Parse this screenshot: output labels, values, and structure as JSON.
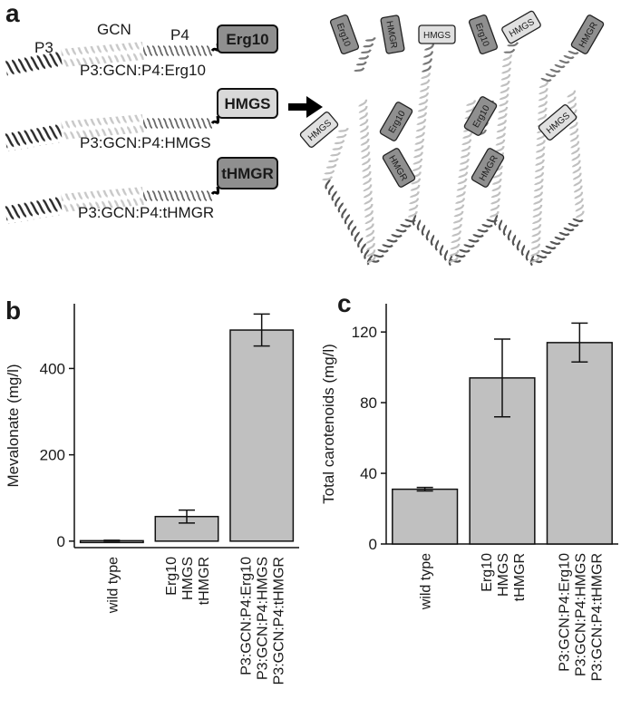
{
  "panel_a": {
    "panel_label": "a",
    "segment_labels": [
      "P3",
      "GCN",
      "P4"
    ],
    "constructs": [
      {
        "name": "P3:GCN:P4:Erg10",
        "enzyme": "Erg10",
        "enzyme_fill": "#8f8f8f"
      },
      {
        "name": "P3:GCN:P4:HMGS",
        "enzyme": "HMGS",
        "enzyme_fill": "#d9d9d9"
      },
      {
        "name": "P3:GCN:P4:tHMGR",
        "enzyme": "tHMGR",
        "enzyme_fill": "#8f8f8f"
      }
    ],
    "arrow_icon": "right-arrow-icon",
    "scaffold_tags": [
      "Erg10",
      "HMGR",
      "HMGS",
      "Erg10",
      "HMGS",
      "HMGR",
      "HMGS",
      "Erg10",
      "Erg10",
      "HMGS",
      "HMGR",
      "HMGR"
    ]
  },
  "chart_data": [
    {
      "panel_label": "b",
      "type": "bar",
      "categories": [
        [
          "wild type"
        ],
        [
          "Erg10",
          "HMGS",
          "tHMGR"
        ],
        [
          "P3:GCN:P4:Erg10",
          "P3:GCN:P4:HMGS",
          "P3:GCN:P4:tHMGR"
        ]
      ],
      "values": [
        1,
        57,
        489
      ],
      "errors": [
        1,
        15,
        37
      ],
      "ylabel": "Mevalonate (mg/l)",
      "ylim": [
        -15,
        550
      ],
      "yticks": [
        0,
        200,
        400
      ],
      "bar_color": "#c0c0c0"
    },
    {
      "panel_label": "c",
      "type": "bar",
      "categories": [
        [
          "wild type"
        ],
        [
          "Erg10",
          "HMGS",
          "tHMGR"
        ],
        [
          "P3:GCN:P4:Erg10",
          "P3:GCN:P4:HMGS",
          "P3:GCN:P4:tHMGR"
        ]
      ],
      "values": [
        31,
        94,
        114
      ],
      "errors": [
        1,
        22,
        11
      ],
      "ylabel": "Total carotenoids (mg/l)",
      "ylim": [
        0,
        136
      ],
      "yticks": [
        0,
        40,
        80,
        120
      ],
      "bar_color": "#c0c0c0"
    }
  ]
}
